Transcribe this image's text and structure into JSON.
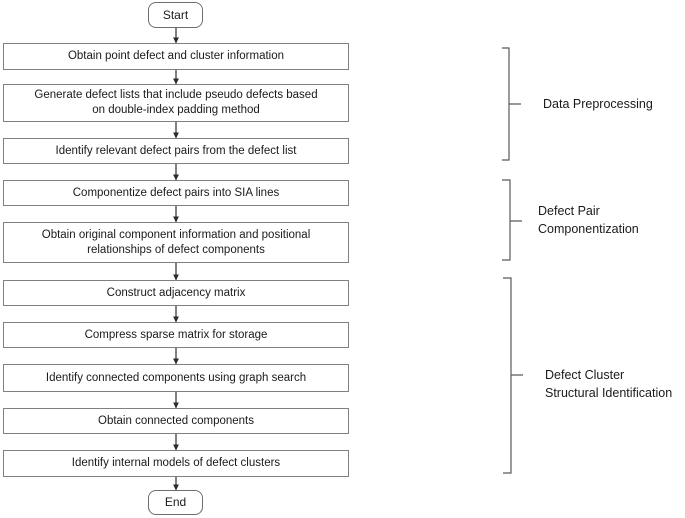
{
  "flowchart": {
    "start_label": "Start",
    "end_label": "End",
    "steps": [
      {
        "label": "Obtain point defect and cluster information"
      },
      {
        "label": "Generate defect lists that include pseudo defects based\non double-index padding method"
      },
      {
        "label": "Identify relevant defect pairs from the defect list"
      },
      {
        "label": "Componentize defect pairs into SIA lines"
      },
      {
        "label": "Obtain original component information and positional\nrelationships of defect components"
      },
      {
        "label": "Construct adjacency matrix"
      },
      {
        "label": "Compress sparse matrix for storage"
      },
      {
        "label": "Identify connected components using graph search"
      },
      {
        "label": "Obtain connected components"
      },
      {
        "label": "Identify internal models of defect clusters"
      }
    ],
    "groups": [
      {
        "label": "Data Preprocessing"
      },
      {
        "label": "Defect Pair\nComponentization"
      },
      {
        "label": "Defect Cluster\nStructural Identification"
      }
    ],
    "colors": {
      "box_border": "#808080",
      "terminal_border": "#6e6e6e",
      "arrow": "#2b2b2b",
      "bracket": "#595959",
      "text": "#1a1a1a",
      "background": "#ffffff"
    }
  }
}
